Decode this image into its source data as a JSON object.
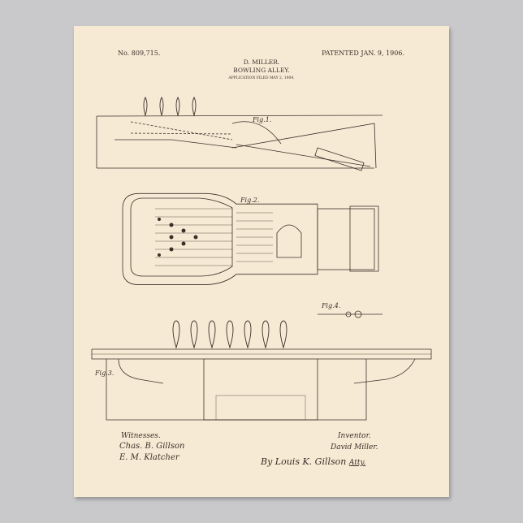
{
  "header": {
    "patent_number": "No. 809,715.",
    "patented_date": "PATENTED JAN. 9, 1906.",
    "inventor": "D. MILLER.",
    "title": "BOWLING ALLEY.",
    "application_filed": "APPLICATION FILED MAY 2, 1904."
  },
  "figures": {
    "fig1": "Fig.1.",
    "fig2": "Fig.2.",
    "fig3": "Fig.3.",
    "fig4": "Fig.4."
  },
  "footer": {
    "witnesses_label": "Witnesses.",
    "witness_1": "Chas. B. Gillson",
    "witness_2": "E. M. Klatcher",
    "inventor_label": "Inventor.",
    "inventor_signature": "David Miller.",
    "attorney_signature": "By Louis K. Gillson",
    "attorney_suffix": "Atty."
  },
  "colors": {
    "paper": "#f7ead5",
    "ink": "#3a3028",
    "background": "#c9c8ca"
  }
}
